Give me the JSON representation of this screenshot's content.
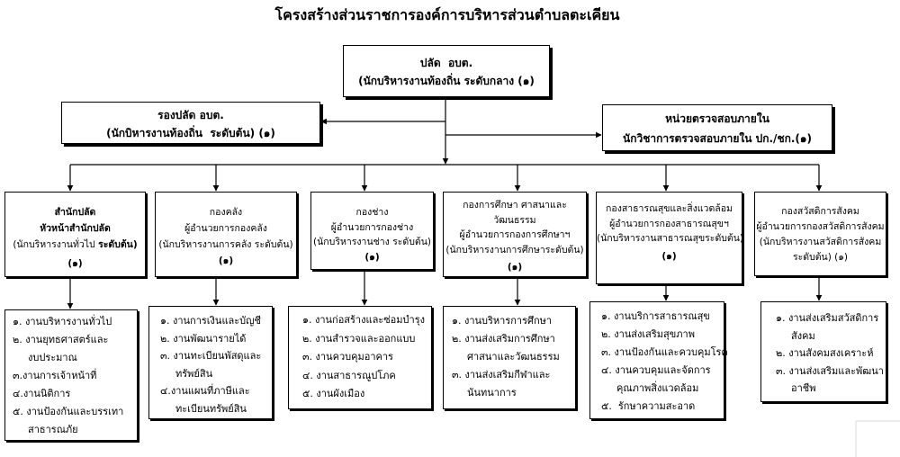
{
  "title": "โครงสร้างส่วนราชการองค์การบริหารส่วนตำบลตะเคียน",
  "chief": {
    "name": "ปลัด  อบต.",
    "position": "(นักบริหารงานท้องถิ่น ระดับกลาง (๑)"
  },
  "deputy": {
    "name": "รองปลัด อบต.",
    "position": "(นักบิหารงานท้องถิ่น  ระดับต้น) (๑)"
  },
  "internal_audit": {
    "name": "หน่วยตรวจสอบภายใน",
    "position": "นักวิชาการตรวจสอบภายใน ปก./ชก.(๑)"
  },
  "departments": [
    {
      "name": "สำนักปลัด",
      "director": "หัวหน้าสำนักปลัด",
      "position": "(นักบริหารงานทั่วไป",
      "level": "ระดับต้น)",
      "count": "(๑)",
      "task_lines": [
        "๑. งานบริหารงานทั่วไป",
        "๒. งานยุทธศาสตร์และ",
        "งบประมาณ",
        "๓.งานการเจ้าหน้าที่",
        "๔.งานนิติการ",
        "๕. งานป้องกันและบรรเทา",
        "สาธารณภัย"
      ]
    },
    {
      "name": "กองคลัง",
      "director": "ผู้อำนวยการกองคลัง",
      "position": "(นักบริหารงานการคลัง ระดับต้น)",
      "count": "(๑)",
      "task_lines": [
        "๑. งานการเงินและบัญชี",
        "๒. งานพัฒนารายได้",
        "๓. งานทะเบียนพัสดุและ",
        "ทรัพย์สิน",
        "๔.งานแผนที่ภาษีและ",
        "ทะเบียนทรัพย์สิน"
      ]
    },
    {
      "name": "กองช่าง",
      "director": "ผู้อำนวยการกองช่าง",
      "position": "(นักบริหารงานช่าง ระดับต้น)",
      "count": "(๑)",
      "task_lines": [
        "๑. งานก่อสร้างและซ่อมบำรุง",
        "๒. งานสำรวจและออกแบบ",
        "๓. งานควบคุมอาคาร",
        "๔. งานสาธารณูปโภค",
        "๕. งานผังเมือง"
      ]
    },
    {
      "name_lines": [
        "กองการศึกษา ศาสนาและ",
        "วัฒนธรรม"
      ],
      "director": "ผู้อำนวยการกองการศึกษาฯ",
      "position": "(นักบริหารงานการศึกษาระดับต้น)",
      "count": "(๑)",
      "task_lines": [
        "๑. งานบริหารการศึกษา",
        "๒. งานส่งเสริมการศึกษา",
        "ศาสนาและวัฒนธรรม",
        "๓. งานส่งเสริมกีฬาและ",
        "นันทนาการ"
      ]
    },
    {
      "name": "กองสาธารณสุขและสิ่งแวดล้อม",
      "director": "ผู้อำนวยการกองสาธารณสุขฯ",
      "position": "(นักบริหารงานสาธารณสุขระดับต้น)",
      "count": "(๑)",
      "task_lines": [
        "๑. งานบริการสาธารณสุข",
        "๒. งานส่งเสริมสุขภาพ",
        "๓. งานป้องกันและควบคุมโรค",
        "๔. งานควบคุมและจัดการ",
        "คุณภาพสิ่งแวดล้อม",
        "๕.  รักษาความสะอาด"
      ]
    },
    {
      "name": "กองสวัสดิการสังคม",
      "director": "ผู้อำนวยการกองสวัสดิการสังคม",
      "position_lines": [
        "(นักบริหารงานสวัสดิการสังคม",
        "ระดับต้น) (๑)"
      ],
      "task_lines": [
        "๑. งานส่งเสริมสวัสดิการ",
        "สังคม",
        "๒. งานสังคมสงเคราะห์",
        "๓. งานส่งเสริมและพัฒนา",
        "อาชีพ"
      ]
    }
  ]
}
